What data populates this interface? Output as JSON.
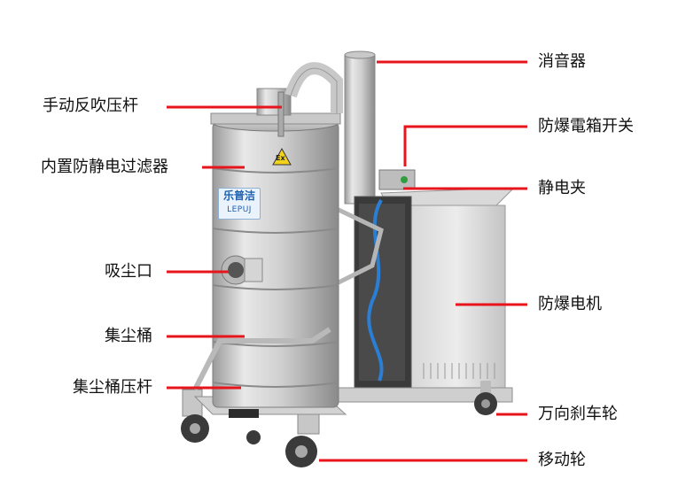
{
  "labels": {
    "manual_backflush_lever": "手动反吹压杆",
    "built_in_antistatic_filter": "内置防静电过滤器",
    "suction_inlet": "吸尘口",
    "dust_bucket": "集尘桶",
    "dust_bucket_press_lever": "集尘桶压杆",
    "silencer": "消音器",
    "explosion_proof_switch_box": "防爆電箱开关",
    "static_clip": "静电夹",
    "explosion_proof_motor": "防爆电机",
    "swivel_brake_wheel": "万向刹车轮",
    "moving_wheel": "移动轮"
  },
  "brand": {
    "cn": "乐普洁",
    "en": "LEPUJ"
  },
  "ex_mark": "Ex",
  "colors": {
    "leader_line": "#e8141b",
    "text": "#111111",
    "brand_blue": "#1e5fb0"
  }
}
